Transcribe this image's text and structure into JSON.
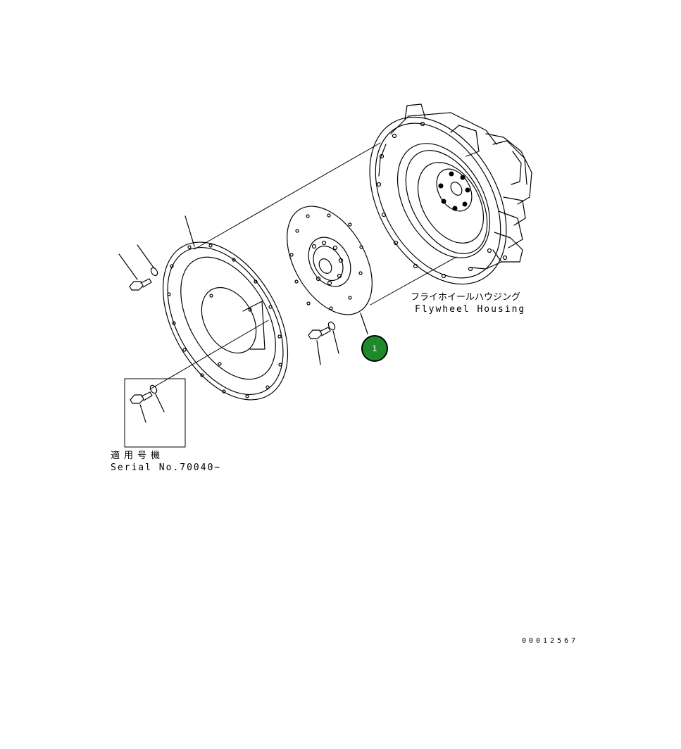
{
  "labels": {
    "flywheel_housing_jp": "フライホイールハウジング",
    "flywheel_housing_en": "Flywheel Housing",
    "serial_jp": "適用号機",
    "serial_en": "Serial No.70040~",
    "drawing_no": "00012567"
  },
  "callouts": [
    {
      "id": "1",
      "color": "#1e8a2a"
    }
  ]
}
